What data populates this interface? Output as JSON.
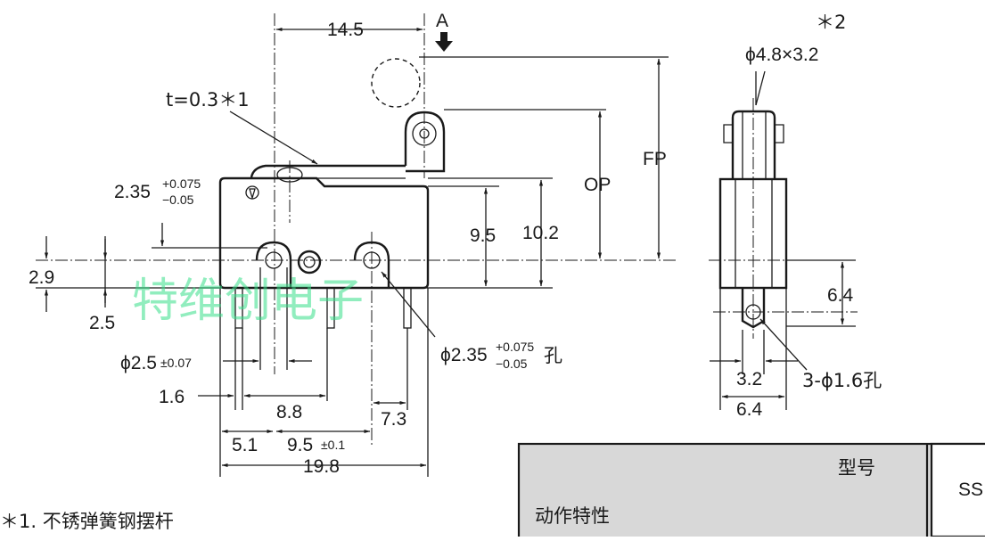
{
  "labels": {
    "arrow_a": "A",
    "star2": "＊2",
    "roller": "ϕ4.8×3.2",
    "t_lever": "t=0.3＊1",
    "d_14_5": "14.5",
    "d_2_35": "2.35",
    "tol_2_35_up": "+0.075",
    "tol_2_35_dn": "−0.05",
    "d_9_5": "9.5",
    "d_10_2": "10.2",
    "op": "OP",
    "fp": "FP",
    "d_2_9": "2.9",
    "d_2_5": "2.5",
    "hole_2_5": "ϕ2.5",
    "tol_2_5": "±0.07",
    "d_1_6": "1.6",
    "d_8_8": "8.8",
    "d_7_3": "7.3",
    "d_5_1": "5.1",
    "d_9_5b": "9.5",
    "tol_9_5b": "±0.1",
    "d_19_8": "19.8",
    "hole_2_35": "ϕ2.35",
    "tol_h_up": "+0.075",
    "tol_h_dn": "−0.05",
    "hole_suffix": "孔",
    "d_6_4_side": "6.4",
    "d_3_2": "3.2",
    "d_6_4_bottom": "6.4",
    "holes_3": "3-ϕ1.6孔",
    "footnote": "＊1. 不锈弹簧钢摆杆"
  },
  "watermark": "特维创电子",
  "table": {
    "model_header": "型号",
    "characteristics_header": "动作特性",
    "model_value": "SS"
  },
  "colors": {
    "line": "#1a1a1a",
    "table_fill": "#d8d8d8",
    "watermark": "#39e08a"
  }
}
